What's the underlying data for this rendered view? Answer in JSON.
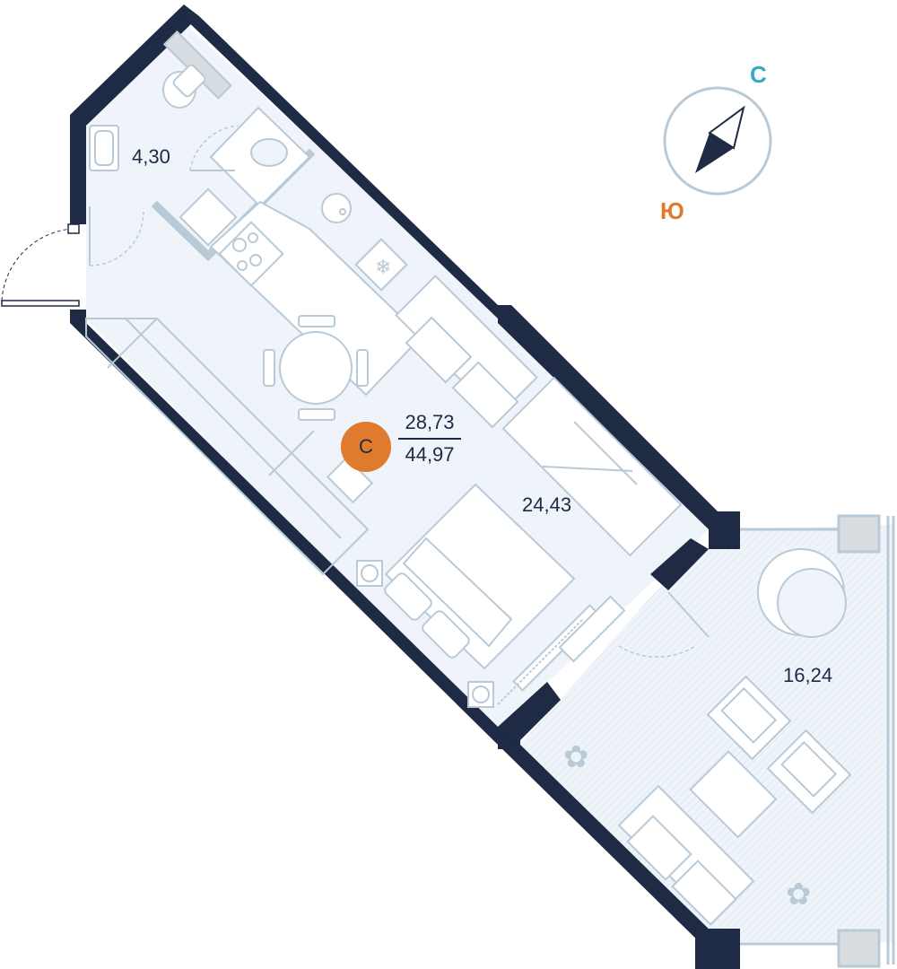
{
  "plan": {
    "type_badge": "С",
    "living_area": "28,73",
    "total_area": "44,97",
    "rooms": {
      "bathroom_area": "4,30",
      "main_room_area": "24,43",
      "terrace_area": "16,24"
    }
  },
  "compass": {
    "north_label": "С",
    "south_label": "Ю",
    "north_color": "#3aa6c8",
    "south_color": "#e07a2c"
  },
  "colors": {
    "wall": "#1f2a44",
    "floor": "#eef4f9",
    "furniture": "#b9cad6",
    "badge": "#e07a2c"
  }
}
